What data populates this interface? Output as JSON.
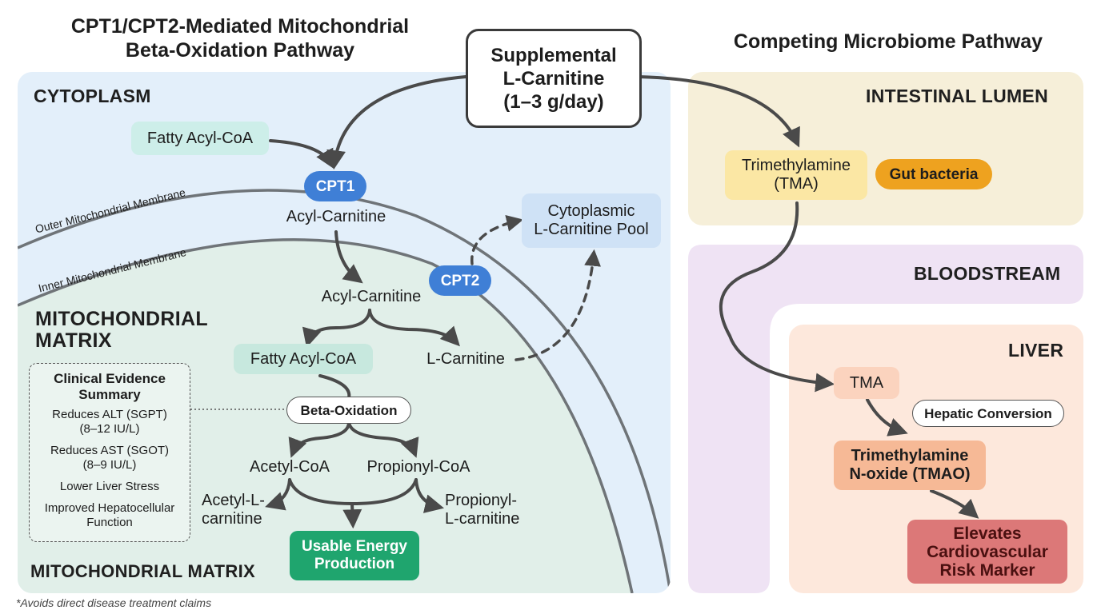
{
  "titles": {
    "left_line1": "CPT1/CPT2-Mediated Mitochondrial",
    "left_line2": "Beta-Oxidation Pathway",
    "right": "Competing Microbiome Pathway"
  },
  "supplement": {
    "line1": "Supplemental",
    "line2": "L-Carnitine",
    "line3": "(1–3 g/day)"
  },
  "regions": {
    "cytoplasm": "CYTOPLASM",
    "matrix_line1": "MITOCHONDRIAL",
    "matrix_line2": "MATRIX",
    "matrix_bottom": "MITOCHONDRIAL MATRIX",
    "lumen": "INTESTINAL LUMEN",
    "bloodstream": "BLOODSTREAM",
    "liver": "LIVER"
  },
  "membranes": {
    "outer": "Outer Mitochondrial Membrane",
    "inner": "Inner Mitochondrial Membrane"
  },
  "nodes": {
    "fatty_acyl_coa_top": "Fatty Acyl-CoA",
    "cpt1": "CPT1",
    "acyl_carnitine_1": "Acyl-Carnitine",
    "cpt2": "CPT2",
    "acyl_carnitine_2": "Acyl-Carnitine",
    "cyto_pool_line1": "Cytoplasmic",
    "cyto_pool_line2": "L-Carnitine Pool",
    "fatty_acyl_coa_matrix": "Fatty Acyl-CoA",
    "l_carnitine": "L-Carnitine",
    "beta_oxidation": "Beta-Oxidation",
    "acetyl_coa": "Acetyl-CoA",
    "propionyl_coa": "Propionyl-CoA",
    "acetyl_l_carnitine_line1": "Acetyl-L-",
    "acetyl_l_carnitine_line2": "carnitine",
    "propionyl_l_carnitine_line1": "Propionyl-",
    "propionyl_l_carnitine_line2": "L-carnitine",
    "energy_line1": "Usable Energy",
    "energy_line2": "Production"
  },
  "evidence": {
    "title_line1": "Clinical Evidence",
    "title_line2": "Summary",
    "items": [
      {
        "line1": "Reduces ALT (SGPT)",
        "line2": "(8–12 IU/L)"
      },
      {
        "line1": "Reduces AST (SGOT)",
        "line2": "(8–9 IU/L)"
      },
      {
        "line1": "Lower Liver Stress",
        "line2": ""
      },
      {
        "line1": "Improved Hepatocellular",
        "line2": "Function"
      }
    ]
  },
  "microbiome": {
    "tma_line1": "Trimethylamine",
    "tma_line2": "(TMA)",
    "gut_bacteria": "Gut bacteria",
    "liver_tma": "TMA",
    "hepatic_conversion": "Hepatic Conversion",
    "tmao_line1": "Trimethylamine",
    "tmao_line2": "N-oxide (TMAO)",
    "risk_line1": "Elevates",
    "risk_line2": "Cardiovascular",
    "risk_line3": "Risk Marker"
  },
  "footnote": "*Avoids direct disease treatment claims",
  "colors": {
    "cytoplasm_bg": "#e3effa",
    "matrix_bg": "#e1efe9",
    "lumen_bg": "#f6efd9",
    "blood_bg": "#efe3f4",
    "liver_bg": "#fde8dc",
    "cpt_blue": "#3f7fd6",
    "energy_green": "#1fa56e",
    "gut_orange": "#eea21f",
    "tmao_salmon": "#f6b996",
    "risk_red": "#dc7878",
    "arrow": "#4a4a4a"
  }
}
